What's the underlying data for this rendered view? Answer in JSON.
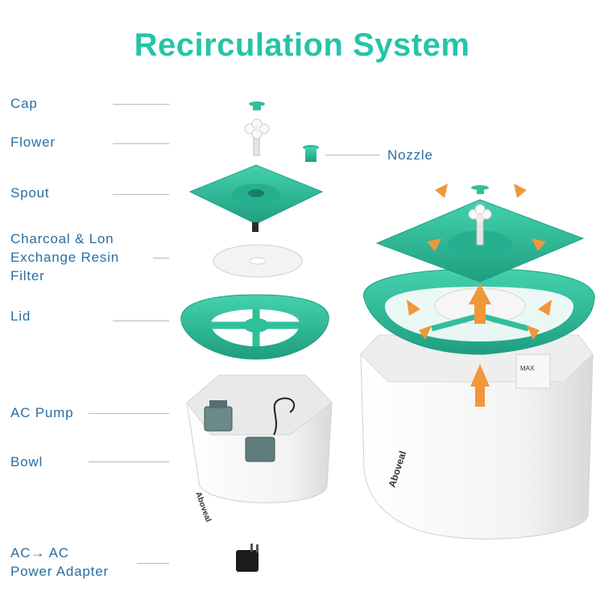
{
  "title": "Recirculation System",
  "colors": {
    "title": "#25c4a7",
    "label": "#2a6ea0",
    "teal_part": "#2fbf9b",
    "arrow": "#f0973a",
    "body_white": "#f4f4f4"
  },
  "labels": {
    "cap": "Cap",
    "flower": "Flower",
    "nozzle": "Nozzle",
    "spout": "Spout",
    "filter": "Charcoal & Lon\nExchange Resin\nFilter",
    "lid": "Lid",
    "pump": "AC Pump",
    "bowl": "Bowl",
    "adapter": "AC→ AC\nPower Adapter"
  },
  "brand": "Aboveal",
  "water_marks": "MAX"
}
